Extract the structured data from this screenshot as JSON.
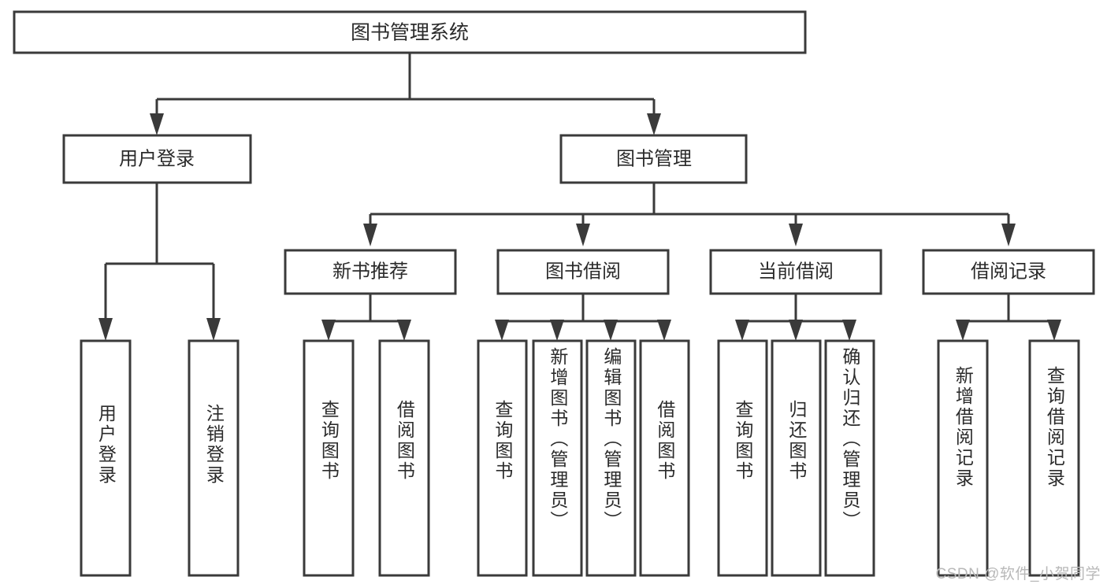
{
  "diagram": {
    "type": "hierarchy-tree",
    "title": "图书管理系统",
    "watermark": "CSDN @软件_小贺同学",
    "colors": {
      "box_fill": "#ffffff",
      "box_stroke": "#3a3a3a",
      "text": "#2b2b2b",
      "background": "#ffffff",
      "watermark": "#b8b8b8"
    },
    "root": {
      "label": "图书管理系统"
    },
    "level2": [
      {
        "label": "用户登录"
      },
      {
        "label": "图书管理"
      }
    ],
    "level3": [
      {
        "label": "新书推荐"
      },
      {
        "label": "图书借阅"
      },
      {
        "label": "当前借阅"
      },
      {
        "label": "借阅记录"
      }
    ],
    "leaves": {
      "user_login": [
        {
          "label": "用户登录"
        },
        {
          "label": "注销登录"
        }
      ],
      "new_book_recommend": [
        {
          "label": "查询图书"
        },
        {
          "label": "借阅图书"
        }
      ],
      "book_borrow": [
        {
          "label": "查询图书"
        },
        {
          "label": "新增图书（管理员）"
        },
        {
          "label": "编辑图书（管理员）"
        },
        {
          "label": "借阅图书"
        }
      ],
      "current_borrow": [
        {
          "label": "查询图书"
        },
        {
          "label": "归还图书"
        },
        {
          "label": "确认归还（管理员）"
        }
      ],
      "borrow_record": [
        {
          "label": "新增借阅记录"
        },
        {
          "label": "查询借阅记录"
        }
      ]
    }
  }
}
